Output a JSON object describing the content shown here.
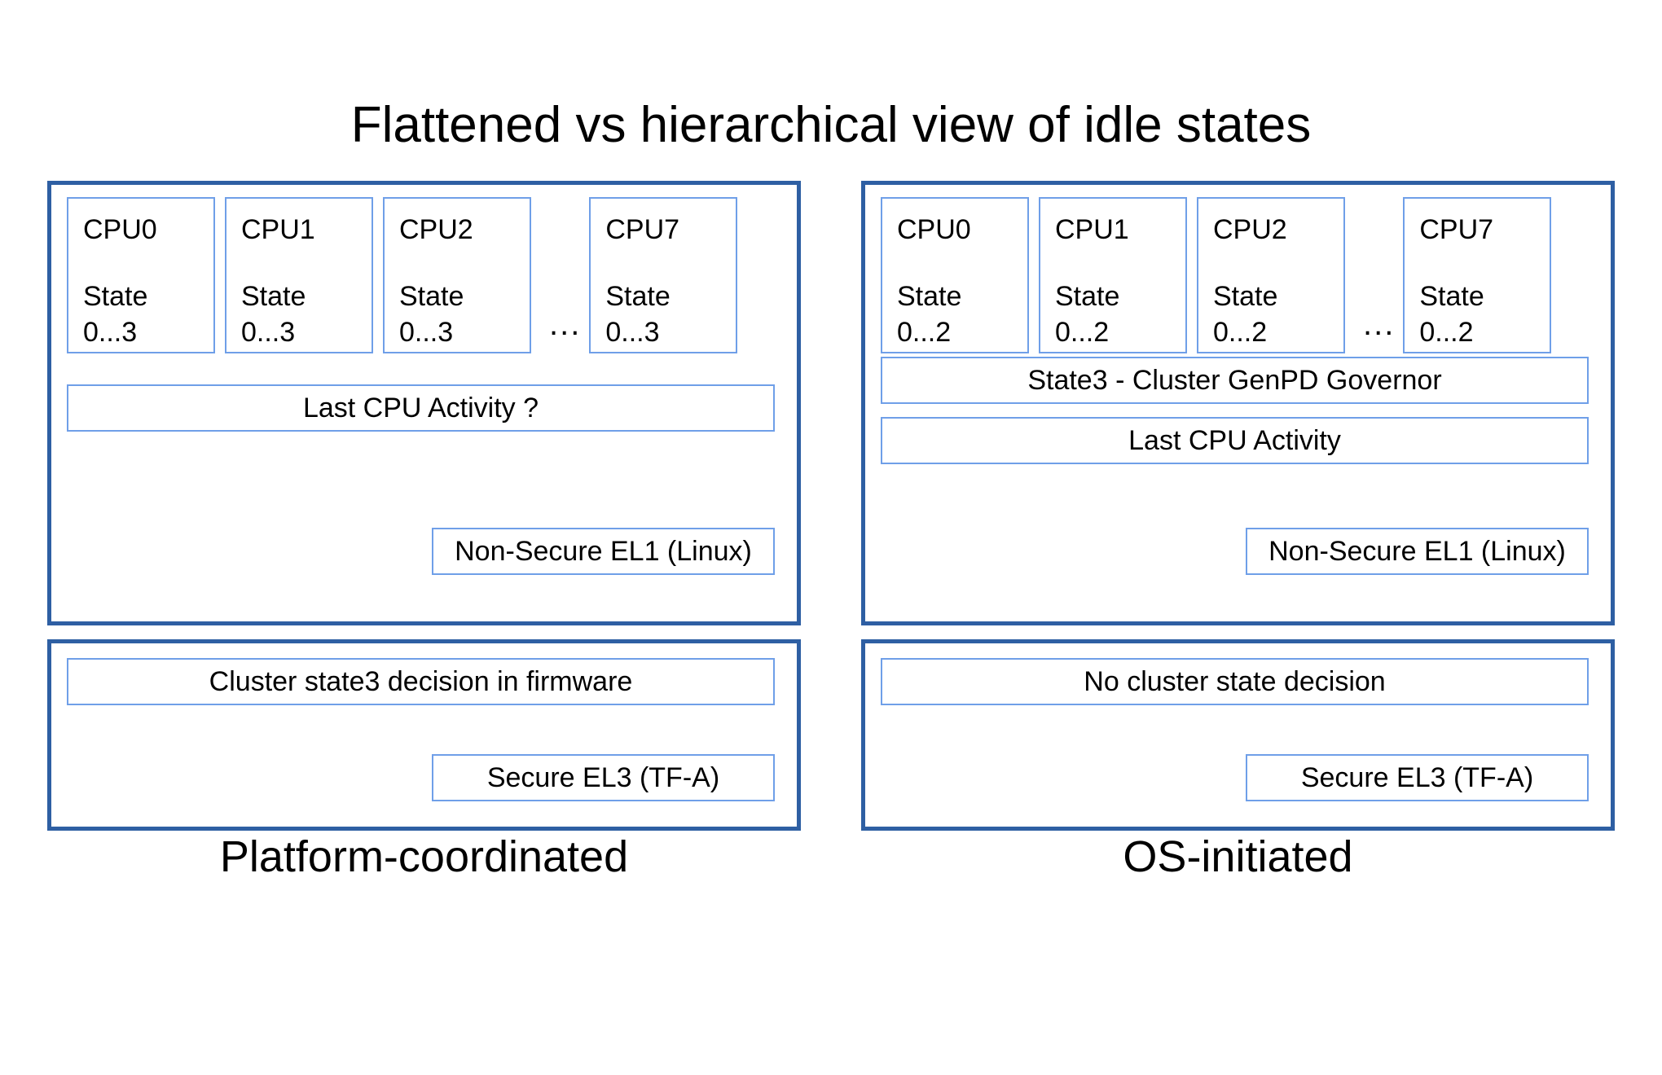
{
  "slide": {
    "title": "Flattened vs hierarchical view of idle states",
    "accent_border_color": "#2e5fa3",
    "inner_border_color": "#6f9fe8",
    "background_color": "#ffffff",
    "text_color": "#000000"
  },
  "columns": [
    {
      "id": "platform-coordinated",
      "caption": "Platform-coordinated",
      "os_panel": {
        "cpus": [
          {
            "name": "CPU0",
            "state_label": "State",
            "state_range": "0...3"
          },
          {
            "name": "CPU1",
            "state_label": "State",
            "state_range": "0...3"
          },
          {
            "name": "CPU2",
            "state_label": "State",
            "state_range": "0...3"
          },
          {
            "name": "CPU7",
            "state_label": "State",
            "state_range": "0...3"
          }
        ],
        "ellipsis": "...",
        "bars": [
          {
            "id": "last-cpu-activity",
            "label": "Last CPU Activity ?"
          }
        ],
        "exception_level": "Non-Secure EL1 (Linux)"
      },
      "fw_panel": {
        "decision": "Cluster state3 decision in firmware",
        "exception_level": "Secure EL3 (TF-A)"
      }
    },
    {
      "id": "os-initiated",
      "caption": "OS-initiated",
      "os_panel": {
        "cpus": [
          {
            "name": "CPU0",
            "state_label": "State",
            "state_range": "0...2"
          },
          {
            "name": "CPU1",
            "state_label": "State",
            "state_range": "0...2"
          },
          {
            "name": "CPU2",
            "state_label": "State",
            "state_range": "0...2"
          },
          {
            "name": "CPU7",
            "state_label": "State",
            "state_range": "0...2"
          }
        ],
        "ellipsis": "...",
        "bars": [
          {
            "id": "cluster-genpd-governor",
            "label": "State3 - Cluster GenPD Governor"
          },
          {
            "id": "last-cpu-activity",
            "label": "Last CPU Activity"
          }
        ],
        "exception_level": "Non-Secure EL1 (Linux)"
      },
      "fw_panel": {
        "decision": "No cluster state decision",
        "exception_level": "Secure EL3 (TF-A)"
      }
    }
  ]
}
